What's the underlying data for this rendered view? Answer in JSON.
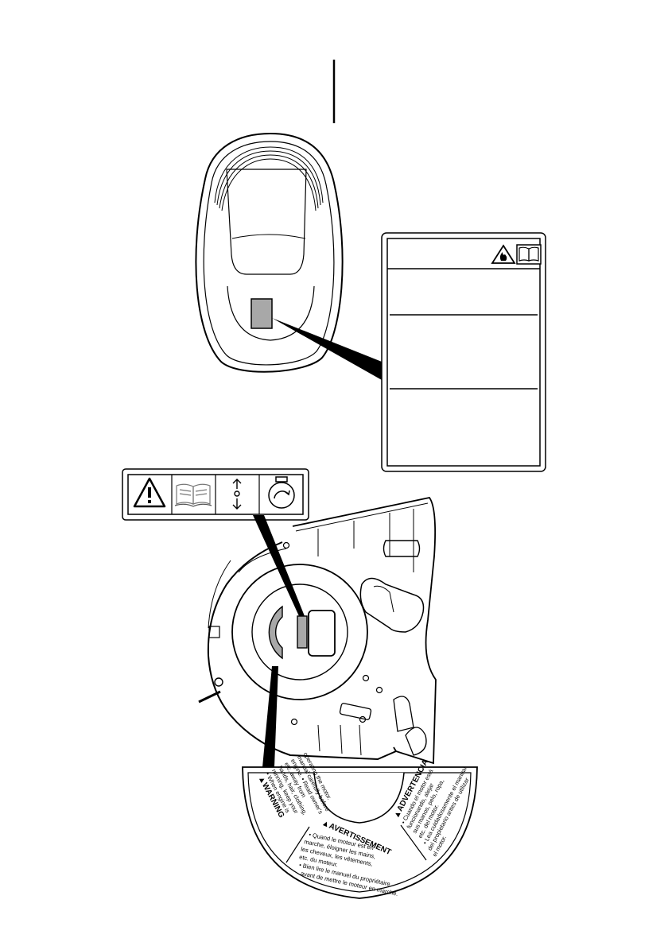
{
  "diagram": {
    "semicircle_label": {
      "warning": {
        "title": "WARNING",
        "lines": [
          "• When engine is",
          "running, keep your",
          "hands, hair, clothing,",
          "etc. away from",
          "engine. • Read owner's",
          "manual carefully before",
          "operating the motor."
        ]
      },
      "avertissement": {
        "title": "AVERTISSEMENT",
        "lines": [
          "• Quand le moteur est en",
          "marche, éloigner les mains,",
          "les cheveux, les vêtements,",
          "etc. du moteur.",
          "• Bien lire le manuel du propriétaire",
          "avant de mettre le moteur en marche."
        ]
      },
      "advertencia": {
        "title": "ADVERTENCIA",
        "lines": [
          "• Cuando el motor está",
          "funcionando, alejar",
          "sus manos, pelo, ropa,",
          "etc. del motor.",
          "• Lea cuidadosamente el manual",
          "del propietario antes de utilizar",
          "el motor."
        ]
      }
    },
    "colors": {
      "line": "#000000",
      "label_fill": "#a8a8a8",
      "background": "#ffffff"
    },
    "icons": [
      "fire-warning-icon",
      "manual-book-icon",
      "warning-triangle-icon",
      "rope-pull-icon",
      "starter-rotation-icon"
    ]
  }
}
